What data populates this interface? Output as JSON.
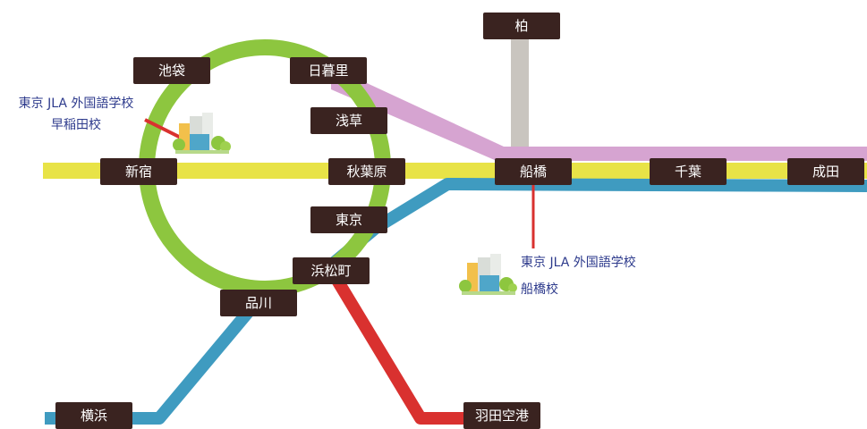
{
  "colors": {
    "yamanote": "#8dc63f",
    "sobu_yellow": "#e8e347",
    "keisei_blue": "#3f9bc0",
    "joban_gray": "#c9c5bf",
    "keisei_pink": "#d6a4d1",
    "keikyu_red": "#d9312f",
    "station_box": "#3a2320",
    "school_text": "#2d3a8c"
  },
  "stations": {
    "kashiwa": "柏",
    "ikebukuro": "池袋",
    "nippori": "日暮里",
    "asakusa": "浅草",
    "shinjuku": "新宿",
    "akihabara": "秋葉原",
    "funabashi": "船橋",
    "chiba": "千葉",
    "narita": "成田",
    "tokyo": "東京",
    "hamamatsucho": "浜松町",
    "shinagawa": "品川",
    "yokohama": "横浜",
    "haneda": "羽田空港"
  },
  "schools": {
    "waseda": {
      "line1": "東京 JLA 外国語学校",
      "line2": "早稲田校",
      "icon": "school-building-icon"
    },
    "funabashi": {
      "line1": "東京 JLA 外国語学校",
      "line2": "船橋校",
      "icon": "school-building-icon"
    }
  }
}
